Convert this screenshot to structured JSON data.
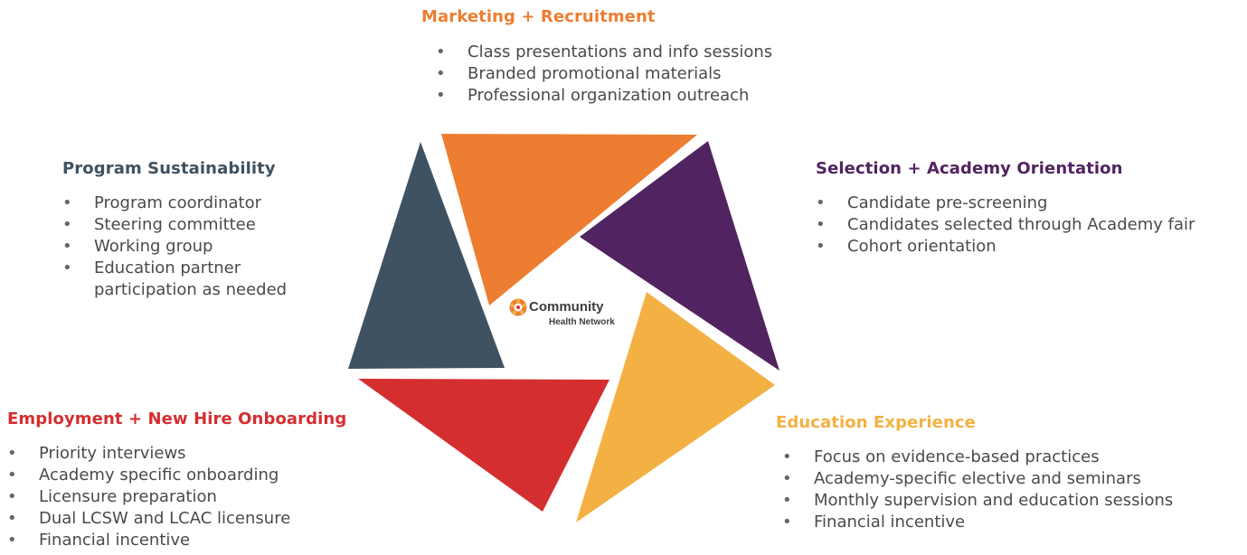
{
  "colors": {
    "marketing": "#ED7D31",
    "selection": "#512360",
    "education": "#F4B143",
    "employment": "#D42E30",
    "sustainability": "#3E5262",
    "text": "#4a4a4a"
  },
  "logo": {
    "line1": "Community",
    "line2": "Health Network",
    "icon": "community-health-network-logo-icon"
  },
  "sections": {
    "marketing": {
      "title": "Marketing + Recruitment",
      "items": [
        "Class presentations and info sessions",
        "Branded promotional materials",
        "Professional organization outreach"
      ]
    },
    "sustainability": {
      "title": "Program Sustainability",
      "items": [
        "Program coordinator",
        "Steering committee",
        "Working group",
        "Education partner\nparticipation as needed"
      ]
    },
    "selection": {
      "title": "Selection + Academy Orientation",
      "items": [
        "Candidate pre-screening",
        "Candidates selected through Academy fair",
        "Cohort orientation"
      ]
    },
    "employment": {
      "title": "Employment + New Hire Onboarding",
      "items": [
        "Priority interviews",
        "Academy specific onboarding",
        "Licensure preparation",
        "Dual LCSW and LCAC licensure",
        "Financial incentive"
      ]
    },
    "education": {
      "title": "Education Experience",
      "items": [
        "Focus on evidence-based practices",
        "Academy-specific elective and seminars",
        "Monthly supervision and education sessions",
        "Financial incentive"
      ]
    }
  }
}
